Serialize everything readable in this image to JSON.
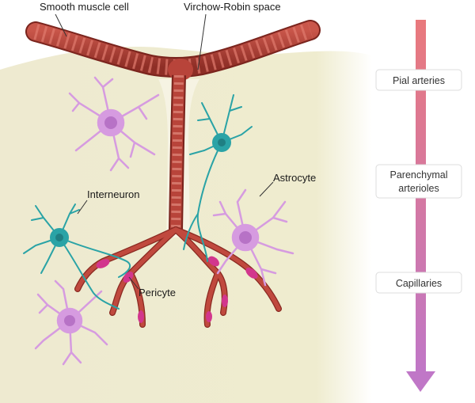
{
  "labels": {
    "smooth_muscle_cell": "Smooth muscle cell",
    "virchow_robin_space": "Virchow-Robin space",
    "interneuron": "Interneuron",
    "astrocyte": "Astrocyte",
    "pericyte": "Pericyte"
  },
  "scale": {
    "pial_arteries": "Pial arteries",
    "parenchymal_arterioles_line1": "Parenchymal",
    "parenchymal_arterioles_line2": "arterioles",
    "capillaries": "Capillaries"
  },
  "colors": {
    "tissue": "#efeccf",
    "artery": "#b8443a",
    "artery_dark": "#8a2a22",
    "astrocyte": "#d69be0",
    "astrocyte_nucleus": "#b772c6",
    "interneuron": "#2aa3a6",
    "interneuron_nucleus": "#1f7f83",
    "pericyte": "#d2368d",
    "scale_top": "#e9797c",
    "scale_bottom": "#c077c7"
  }
}
